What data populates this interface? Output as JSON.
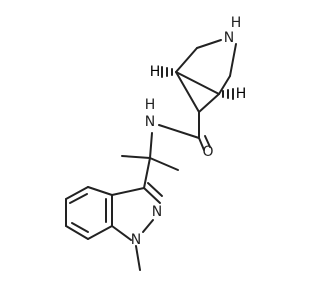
{
  "molecule": {
    "atoms": {
      "nh_ring": "N",
      "nh_ring_h": "H",
      "nh_amide": "N",
      "nh_amide_h": "H",
      "carbonyl_o": "O",
      "indazole_n2": "N",
      "indazole_n1": "N",
      "stereo_h_left": "H",
      "stereo_h_right": "H"
    }
  },
  "colors": {
    "nitrogen": "#3050F8",
    "oxygen": "#FF0D0D",
    "carbon": "#222222",
    "hydrogen": "#222222"
  }
}
